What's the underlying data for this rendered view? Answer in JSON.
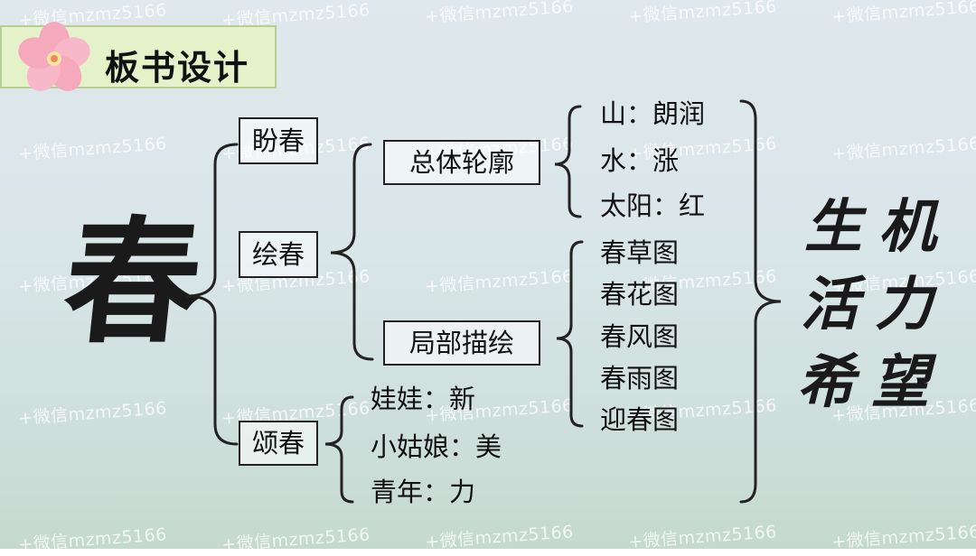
{
  "title": "板书设计",
  "center": "春",
  "branches": {
    "pan": "盼春",
    "hui": "绘春",
    "song": "颂春"
  },
  "hui_sub": {
    "overall": "总体轮廓",
    "local": "局部描绘"
  },
  "overall_items": [
    "山：朗润",
    "水：涨",
    "太阳：红"
  ],
  "local_items": [
    "春草图",
    "春花图",
    "春风图",
    "春雨图",
    "迎春图"
  ],
  "song_items": [
    "娃娃：新",
    "小姑娘：美",
    "青年：力"
  ],
  "summary": [
    "生机",
    "活力",
    "希望"
  ],
  "watermark": "+微信mzmz5166",
  "colors": {
    "title_bg": "#e5f2c9",
    "flower": "#f4a9bd",
    "line": "#222222"
  }
}
